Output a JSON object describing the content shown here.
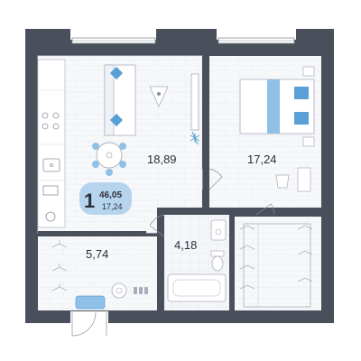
{
  "apartment": {
    "rooms": "1",
    "total_area": "46,05",
    "living_area": "17,24"
  },
  "rooms": {
    "kitchen_living": "18,89",
    "bedroom": "17,24",
    "hall": "5,74",
    "bathroom": "4,18"
  },
  "colors": {
    "wall": "#4a4f5c",
    "floor": "#f2f4f7",
    "grid": "#e2e6ec",
    "accent": "#8fc1e6",
    "accent_dark": "#5a9fd6",
    "badge": "#b7d4ef",
    "furniture": "#c9cfd8"
  },
  "icons": {
    "compass": "compass-icon"
  }
}
